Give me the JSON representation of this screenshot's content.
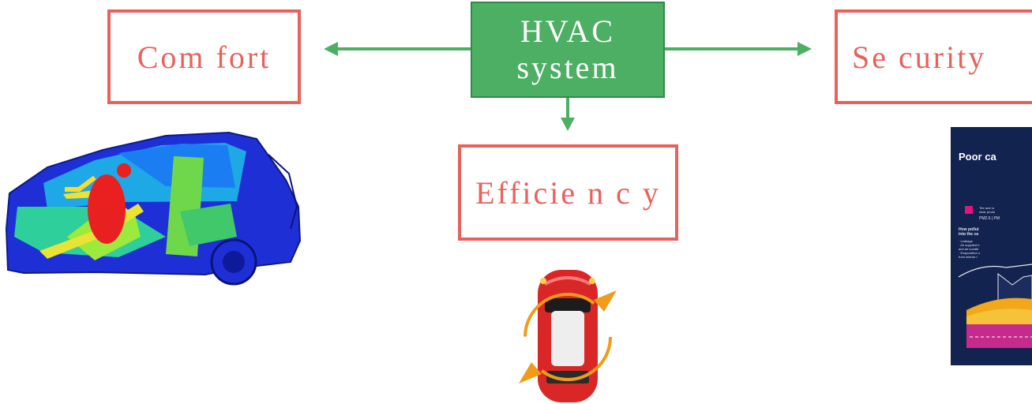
{
  "hvac": {
    "line1": "HVAC",
    "line2": "system"
  },
  "comfort": {
    "label": "Com fort"
  },
  "security": {
    "label": "Se curity"
  },
  "efficiency": {
    "label": "Efficie n c y"
  },
  "infographic": {
    "title": "Poor ca",
    "text_1": "Tire and ro",
    "text_2": "wear produ",
    "text_3": "PM2.5 | PM",
    "text_4": "How pollut",
    "text_5": "into the ca",
    "text_6": "· Leakage",
    "text_7": "· Air supplied b",
    "text_8": "  and air conditi",
    "text_9": "· Evaporation o",
    "text_10": "  from interior r"
  },
  "colors": {
    "box_border": "#e8625c",
    "hvac_fill": "#4caf63",
    "arrow": "#4caf63",
    "infographic_bg": "#13234f"
  }
}
